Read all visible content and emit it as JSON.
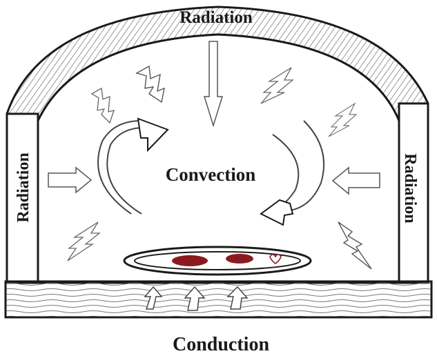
{
  "labels": {
    "top": "Radiation",
    "left": "Radiation",
    "right": "Radiation",
    "center": "Convection",
    "bottom": "Conduction"
  },
  "colors": {
    "ink": "#1a1a1a",
    "outline_light": "#8a8a8a",
    "pizza_topping": "#8b1a1f",
    "background": "#ffffff"
  }
}
